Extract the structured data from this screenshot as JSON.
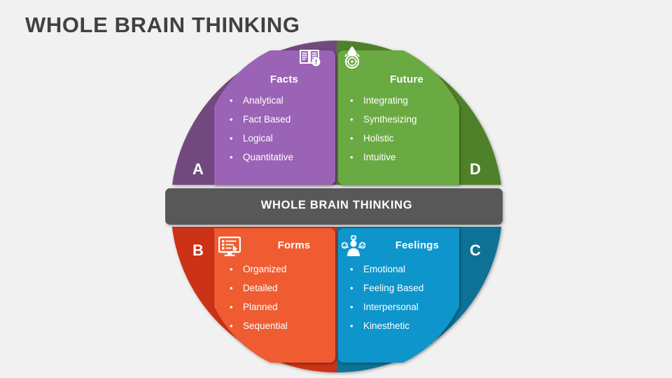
{
  "page": {
    "title": "WHOLE BRAIN THINKING",
    "background_color": "#f1f1f1",
    "title_color": "#414141"
  },
  "center_bar": {
    "label": "WHOLE BRAIN THINKING",
    "color": "#595959",
    "text_color": "#ffffff"
  },
  "quadrants": [
    {
      "key": "facts",
      "letter": "A",
      "title": "Facts",
      "icon": "book-info-icon",
      "color": "#9B63B5",
      "arc_color": "#71487F",
      "bullets": [
        "Analytical",
        "Fact Based",
        "Logical",
        "Quantitative"
      ]
    },
    {
      "key": "future",
      "letter": "D",
      "title": "Future",
      "icon": "compass-rocket-icon",
      "color": "#6BAA43",
      "arc_color": "#4F812C",
      "bullets": [
        "Integrating",
        "Synthesizing",
        "Holistic",
        "Intuitive"
      ]
    },
    {
      "key": "forms",
      "letter": "B",
      "title": "Forms",
      "icon": "monitor-checklist-icon",
      "color": "#EF5B33",
      "arc_color": "#CC3314",
      "bullets": [
        "Organized",
        "Detailed",
        "Planned",
        "Sequential"
      ]
    },
    {
      "key": "feelings",
      "letter": "C",
      "title": "Feelings",
      "icon": "people-emotions-icon",
      "color": "#1195CC",
      "arc_color": "#0D7296",
      "bullets": [
        "Emotional",
        "Feeling Based",
        "Interpersonal",
        "Kinesthetic"
      ]
    }
  ]
}
